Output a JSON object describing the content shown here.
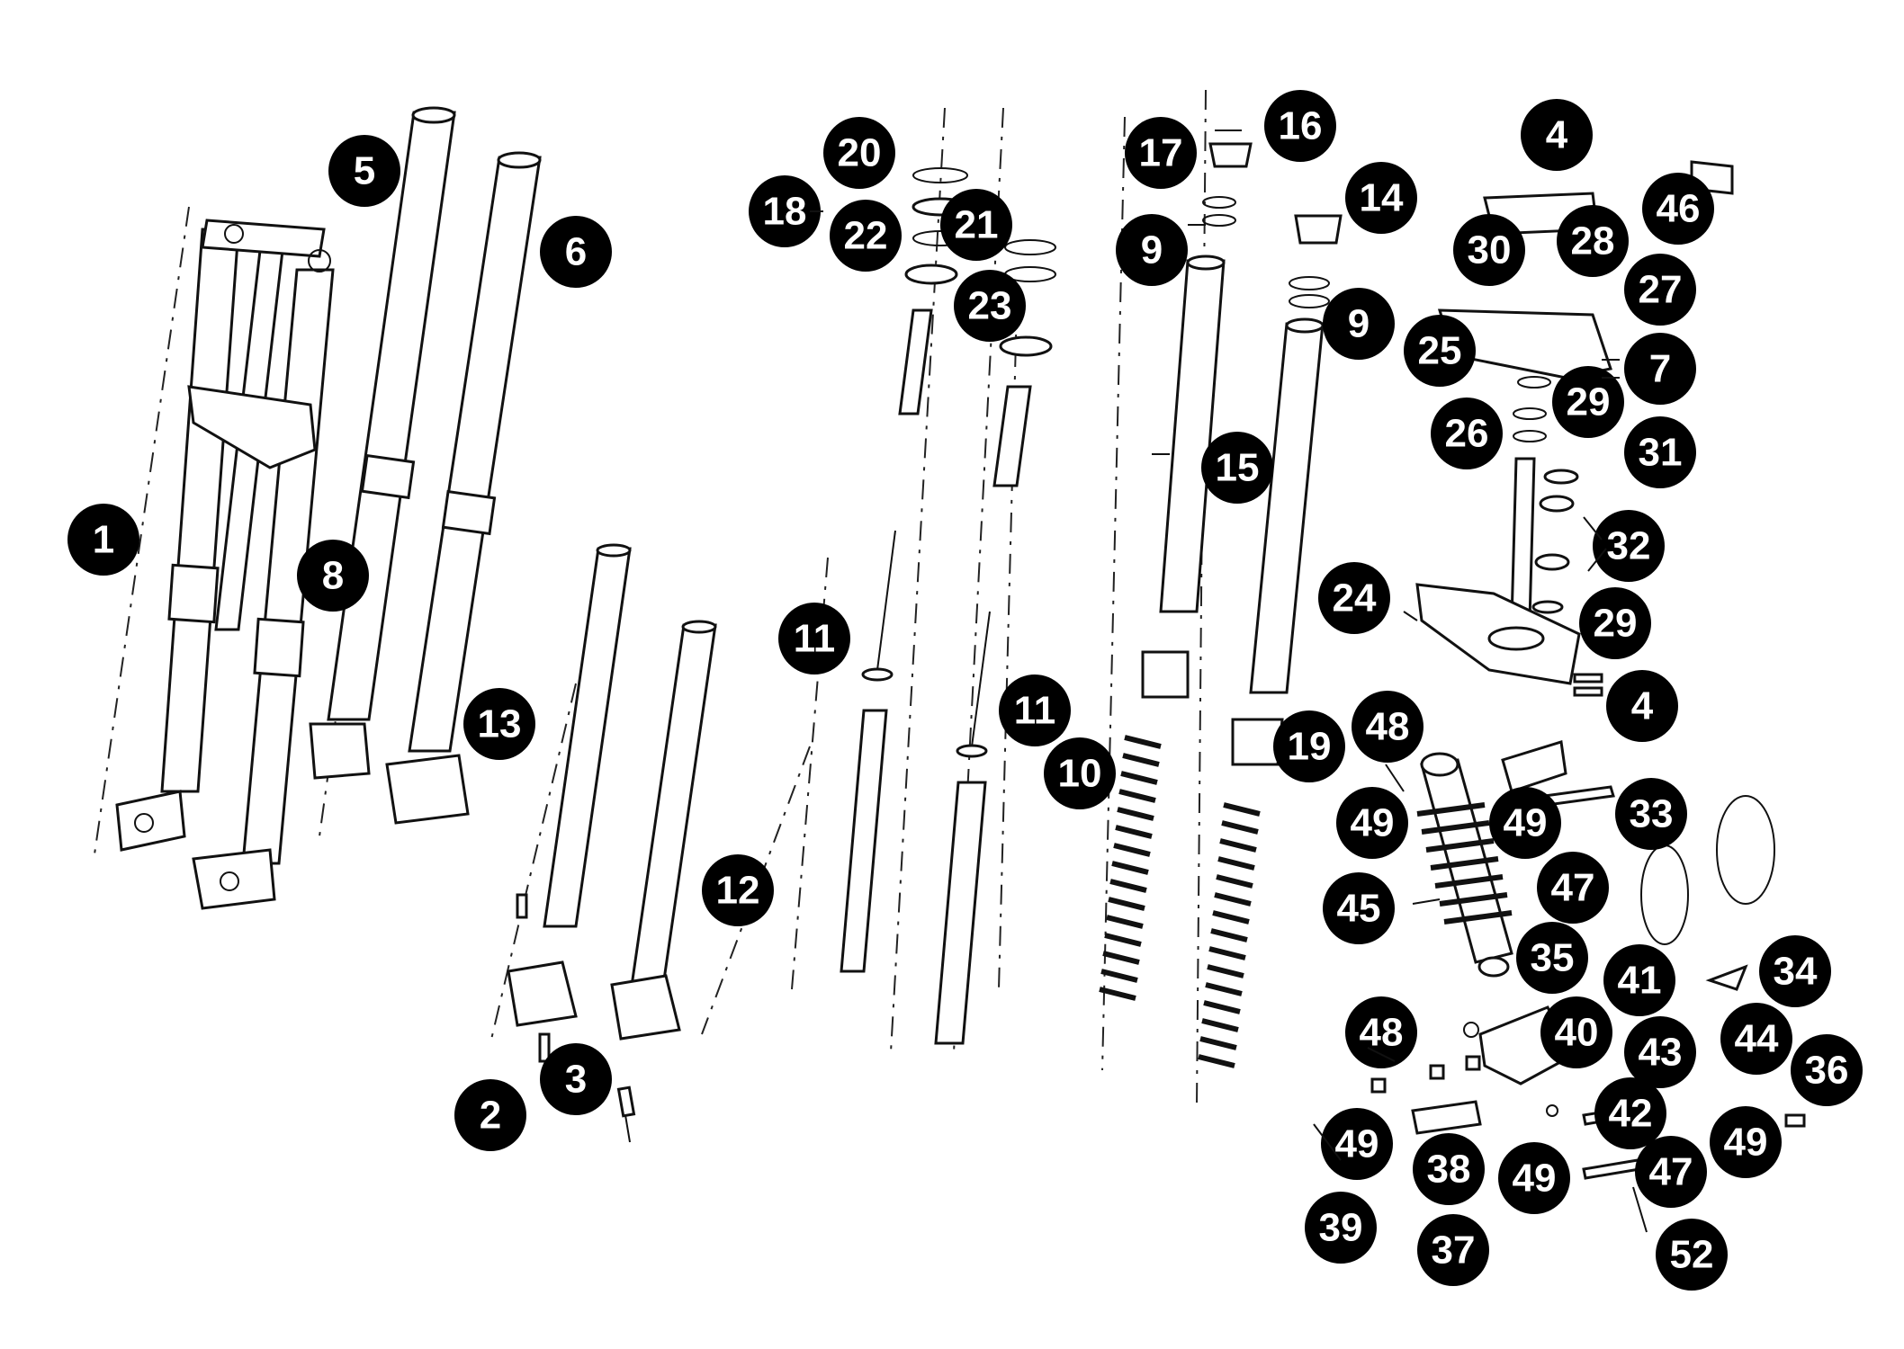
{
  "diagram": {
    "labels": [
      "1",
      "2",
      "3",
      "4",
      "4",
      "5",
      "6",
      "7",
      "8",
      "9",
      "9",
      "10",
      "11",
      "11",
      "12",
      "13",
      "14",
      "15",
      "16",
      "17",
      "18",
      "19",
      "20",
      "21",
      "22",
      "23",
      "24",
      "25",
      "26",
      "27",
      "28",
      "29",
      "29",
      "30",
      "31",
      "32",
      "33",
      "34",
      "35",
      "36",
      "37",
      "38",
      "39",
      "40",
      "41",
      "42",
      "43",
      "44",
      "45",
      "46",
      "47",
      "47",
      "48",
      "48",
      "49",
      "49",
      "49",
      "49",
      "49",
      "52"
    ],
    "colors": {
      "ink": "#111111",
      "callout_fill": "#000000",
      "callout_text": "#ffffff",
      "background": "#ffffff"
    }
  }
}
